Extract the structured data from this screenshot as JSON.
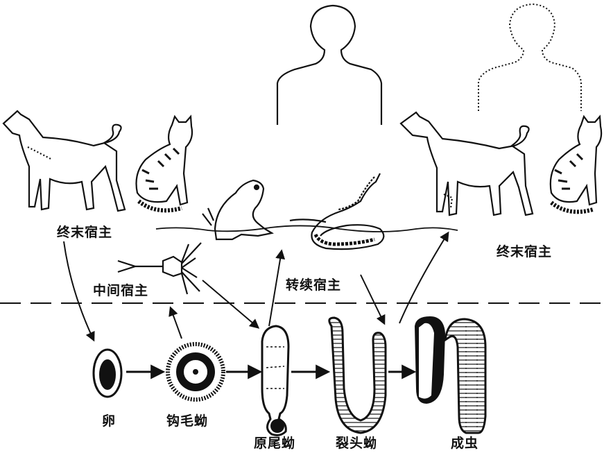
{
  "labels": {
    "definitive_host_left": "终末宿主",
    "definitive_host_right": "终末宿主",
    "intermediate_host": "中间宿主",
    "paratenic_host": "转续宿主",
    "egg": "卵",
    "coracidium": "钩毛蚴",
    "procercoid": "原尾蚴",
    "plerocercoid": "裂头蚴",
    "adult": "成虫"
  },
  "colors": {
    "ink": "#111111",
    "paper": "#ffffff"
  },
  "figures": [
    "dog",
    "cat",
    "human",
    "copepod",
    "frog",
    "snake",
    "dog",
    "human",
    "cat"
  ]
}
